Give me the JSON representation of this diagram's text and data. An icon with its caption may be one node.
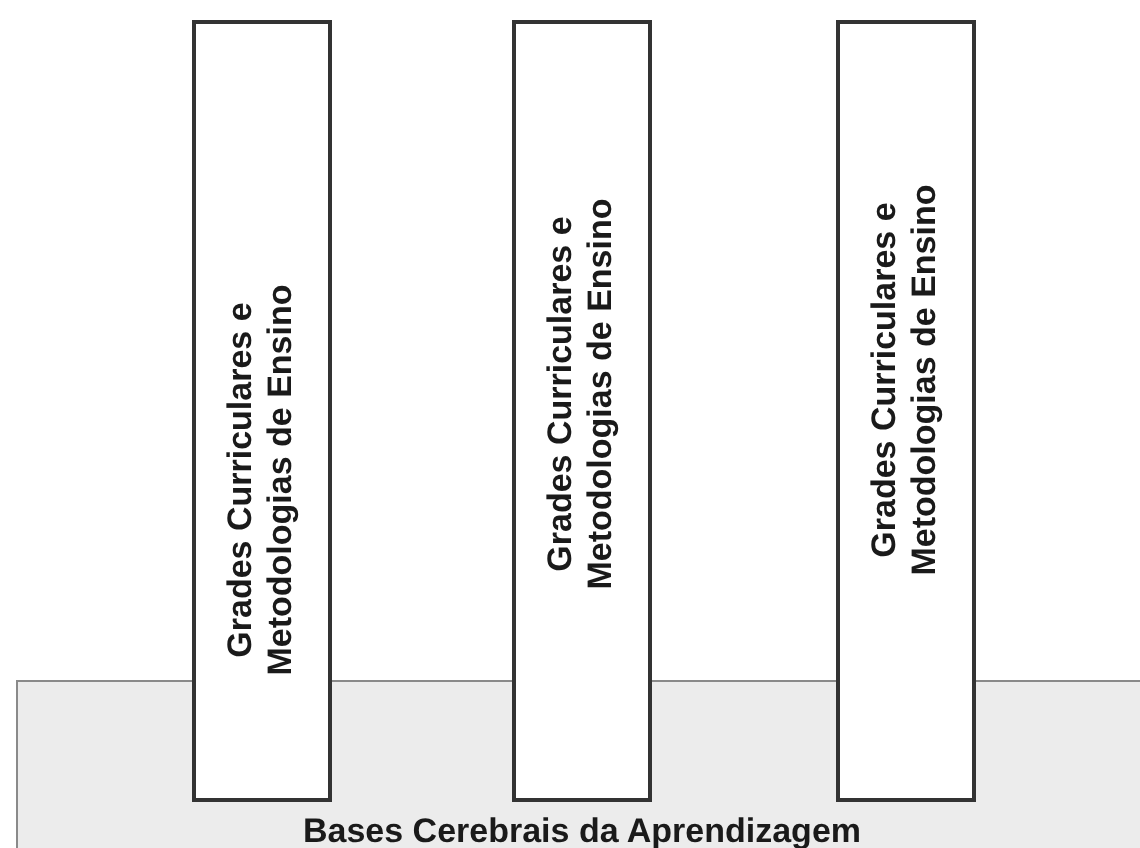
{
  "diagram": {
    "nodes": [
      {
        "text": [
          "Grades Curriculares e Metodologias de Ensino"
        ]
      },
      {
        "text": [
          "Grades Curriculares e Metodologias de Ensino"
        ]
      },
      {
        "text": [
          "Grades Curriculares e Metodologias de Ensino"
        ]
      },
      {
        "text": [
          "Bases Cerebrais da Aprendizagem"
        ]
      }
    ]
  }
}
